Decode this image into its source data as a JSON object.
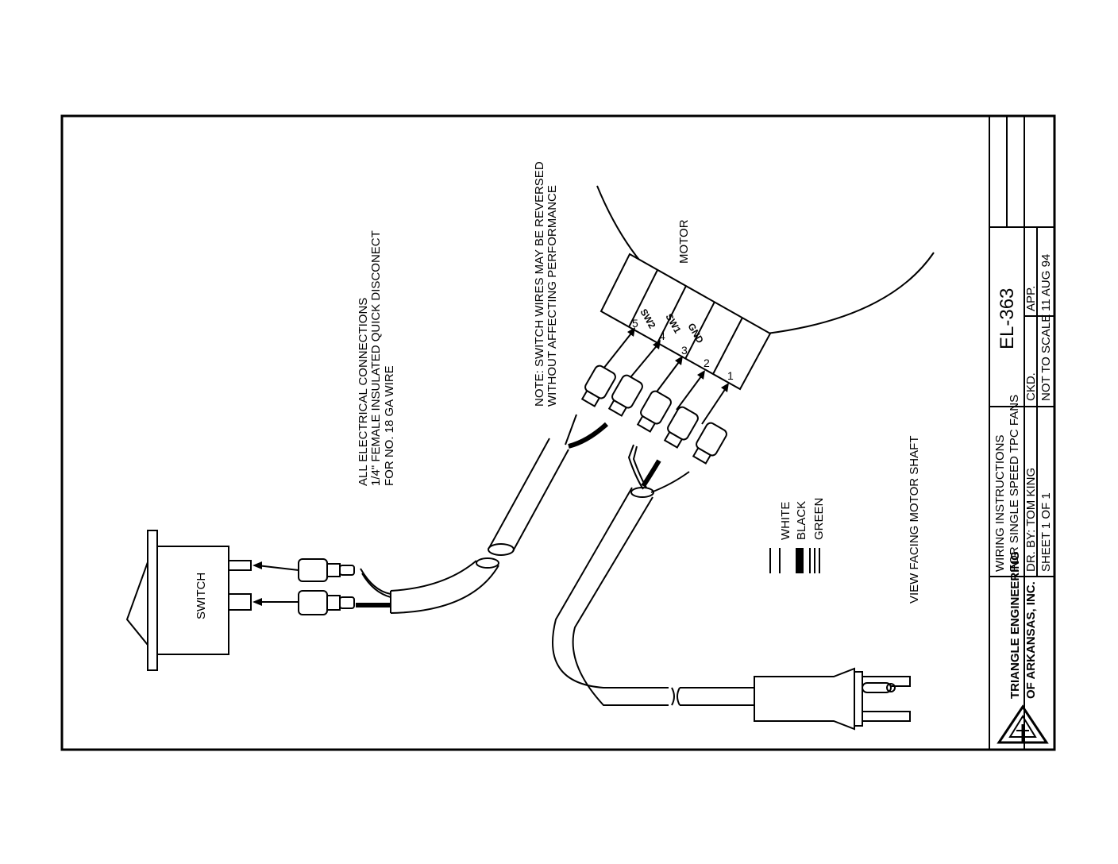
{
  "notes": {
    "connections_line1": "ALL ELECTRICAL CONNECTIONS",
    "connections_line2": "1/4\" FEMALE INSULATED QUICK DISCONECT",
    "connections_line3": "FOR NO. 18 GA WIRE",
    "reverse_line1": "NOTE: SWITCH WIRES MAY BE REVERSED",
    "reverse_line2": "WITHOUT AFFECTING PERFORMANCE",
    "view": "VIEW FACING MOTOR SHAFT"
  },
  "components": {
    "motor": "MOTOR",
    "switch": "SWITCH"
  },
  "terminals": [
    {
      "label": "SW2",
      "number": "5"
    },
    {
      "label": "SW1",
      "number": "4"
    },
    {
      "label": "GND",
      "number": "3"
    },
    {
      "label": "",
      "number": "2"
    },
    {
      "label": "",
      "number": "1"
    }
  ],
  "legend": [
    {
      "label": "WHITE"
    },
    {
      "label": "BLACK"
    },
    {
      "label": "GREEN"
    }
  ],
  "title_block": {
    "company_line1": "TRIANGLE ENGINEERING",
    "company_line2": "OF ARKANSAS, INC.",
    "title_line1": "WIRING  INSTRUCTIONS",
    "title_line2": "FOR SINGLE SPEED TPC FANS",
    "drawn_by": "DR.  BY:   TOM  KING",
    "sheet": "SHEET    1    OF    1",
    "checked": "CKD.",
    "scale": "NOT TO SCALE",
    "approved": "APP.",
    "date": "11  AUG  94",
    "drawing_number": "EL-363"
  }
}
